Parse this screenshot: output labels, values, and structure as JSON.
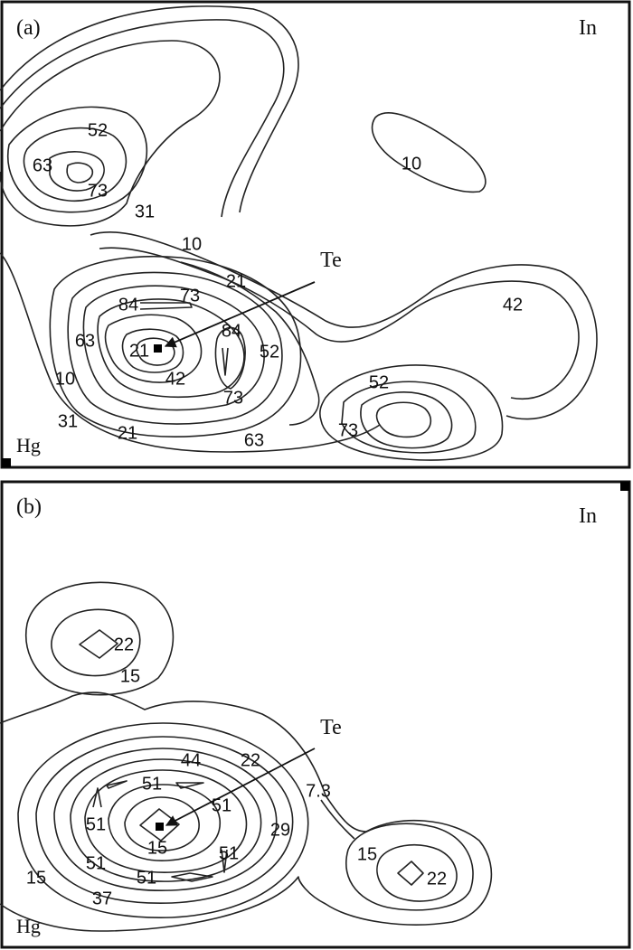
{
  "panel_a": {
    "panel_label": "(a)",
    "corner_top_right": "In",
    "corner_bottom_left": "Hg",
    "atom_label": "Te",
    "contour_labels": [
      "52",
      "63",
      "73",
      "10",
      "31",
      "10",
      "21",
      "84",
      "73",
      "42",
      "63",
      "21",
      "84",
      "52",
      "42",
      "10",
      "31",
      "21",
      "73",
      "63",
      "52",
      "73"
    ]
  },
  "panel_b": {
    "panel_label": "(b)",
    "corner_top_right": "In",
    "corner_bottom_left": "Hg",
    "atom_label": "Te",
    "contour_labels": [
      "22",
      "15",
      "44",
      "22",
      "51",
      "7.3",
      "51",
      "51",
      "15",
      "29",
      "51",
      "51",
      "15",
      "51",
      "37",
      "15",
      "22"
    ]
  }
}
